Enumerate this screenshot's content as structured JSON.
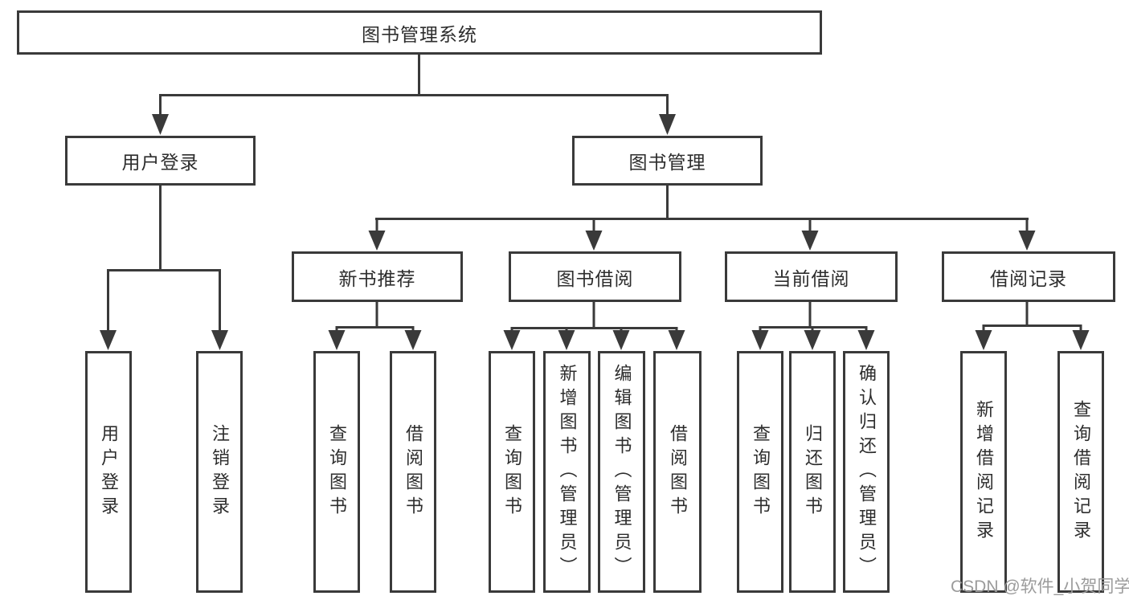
{
  "diagram": {
    "root": {
      "label": "图书管理系统"
    },
    "level2": [
      {
        "label": "用户登录"
      },
      {
        "label": "图书管理"
      }
    ],
    "level3": [
      {
        "label": "新书推荐",
        "parent": "图书管理"
      },
      {
        "label": "图书借阅",
        "parent": "图书管理"
      },
      {
        "label": "当前借阅",
        "parent": "图书管理"
      },
      {
        "label": "借阅记录",
        "parent": "图书管理"
      }
    ],
    "leaves": [
      {
        "label": "用户登录",
        "parent": "用户登录"
      },
      {
        "label": "注销登录",
        "parent": "用户登录"
      },
      {
        "label": "查询图书",
        "parent": "新书推荐"
      },
      {
        "label": "借阅图书",
        "parent": "新书推荐"
      },
      {
        "label": "查询图书",
        "parent": "图书借阅"
      },
      {
        "label": "新增图书（管理员）",
        "parent": "图书借阅"
      },
      {
        "label": "编辑图书（管理员）",
        "parent": "图书借阅"
      },
      {
        "label": "借阅图书",
        "parent": "图书借阅"
      },
      {
        "label": "查询图书",
        "parent": "当前借阅"
      },
      {
        "label": "归还图书",
        "parent": "当前借阅"
      },
      {
        "label": "确认归还（管理员）",
        "parent": "当前借阅"
      },
      {
        "label": "新增借阅记录",
        "parent": "借阅记录"
      },
      {
        "label": "查询借阅记录",
        "parent": "借阅记录"
      }
    ]
  },
  "watermark": {
    "text": "CSDN @软件_小贺同学"
  },
  "colors": {
    "line": "#3a3a3a",
    "box_border": "#3a3a3a",
    "text": "#2d2d2d",
    "watermark": "#9b9b9b",
    "background": "#ffffff"
  }
}
